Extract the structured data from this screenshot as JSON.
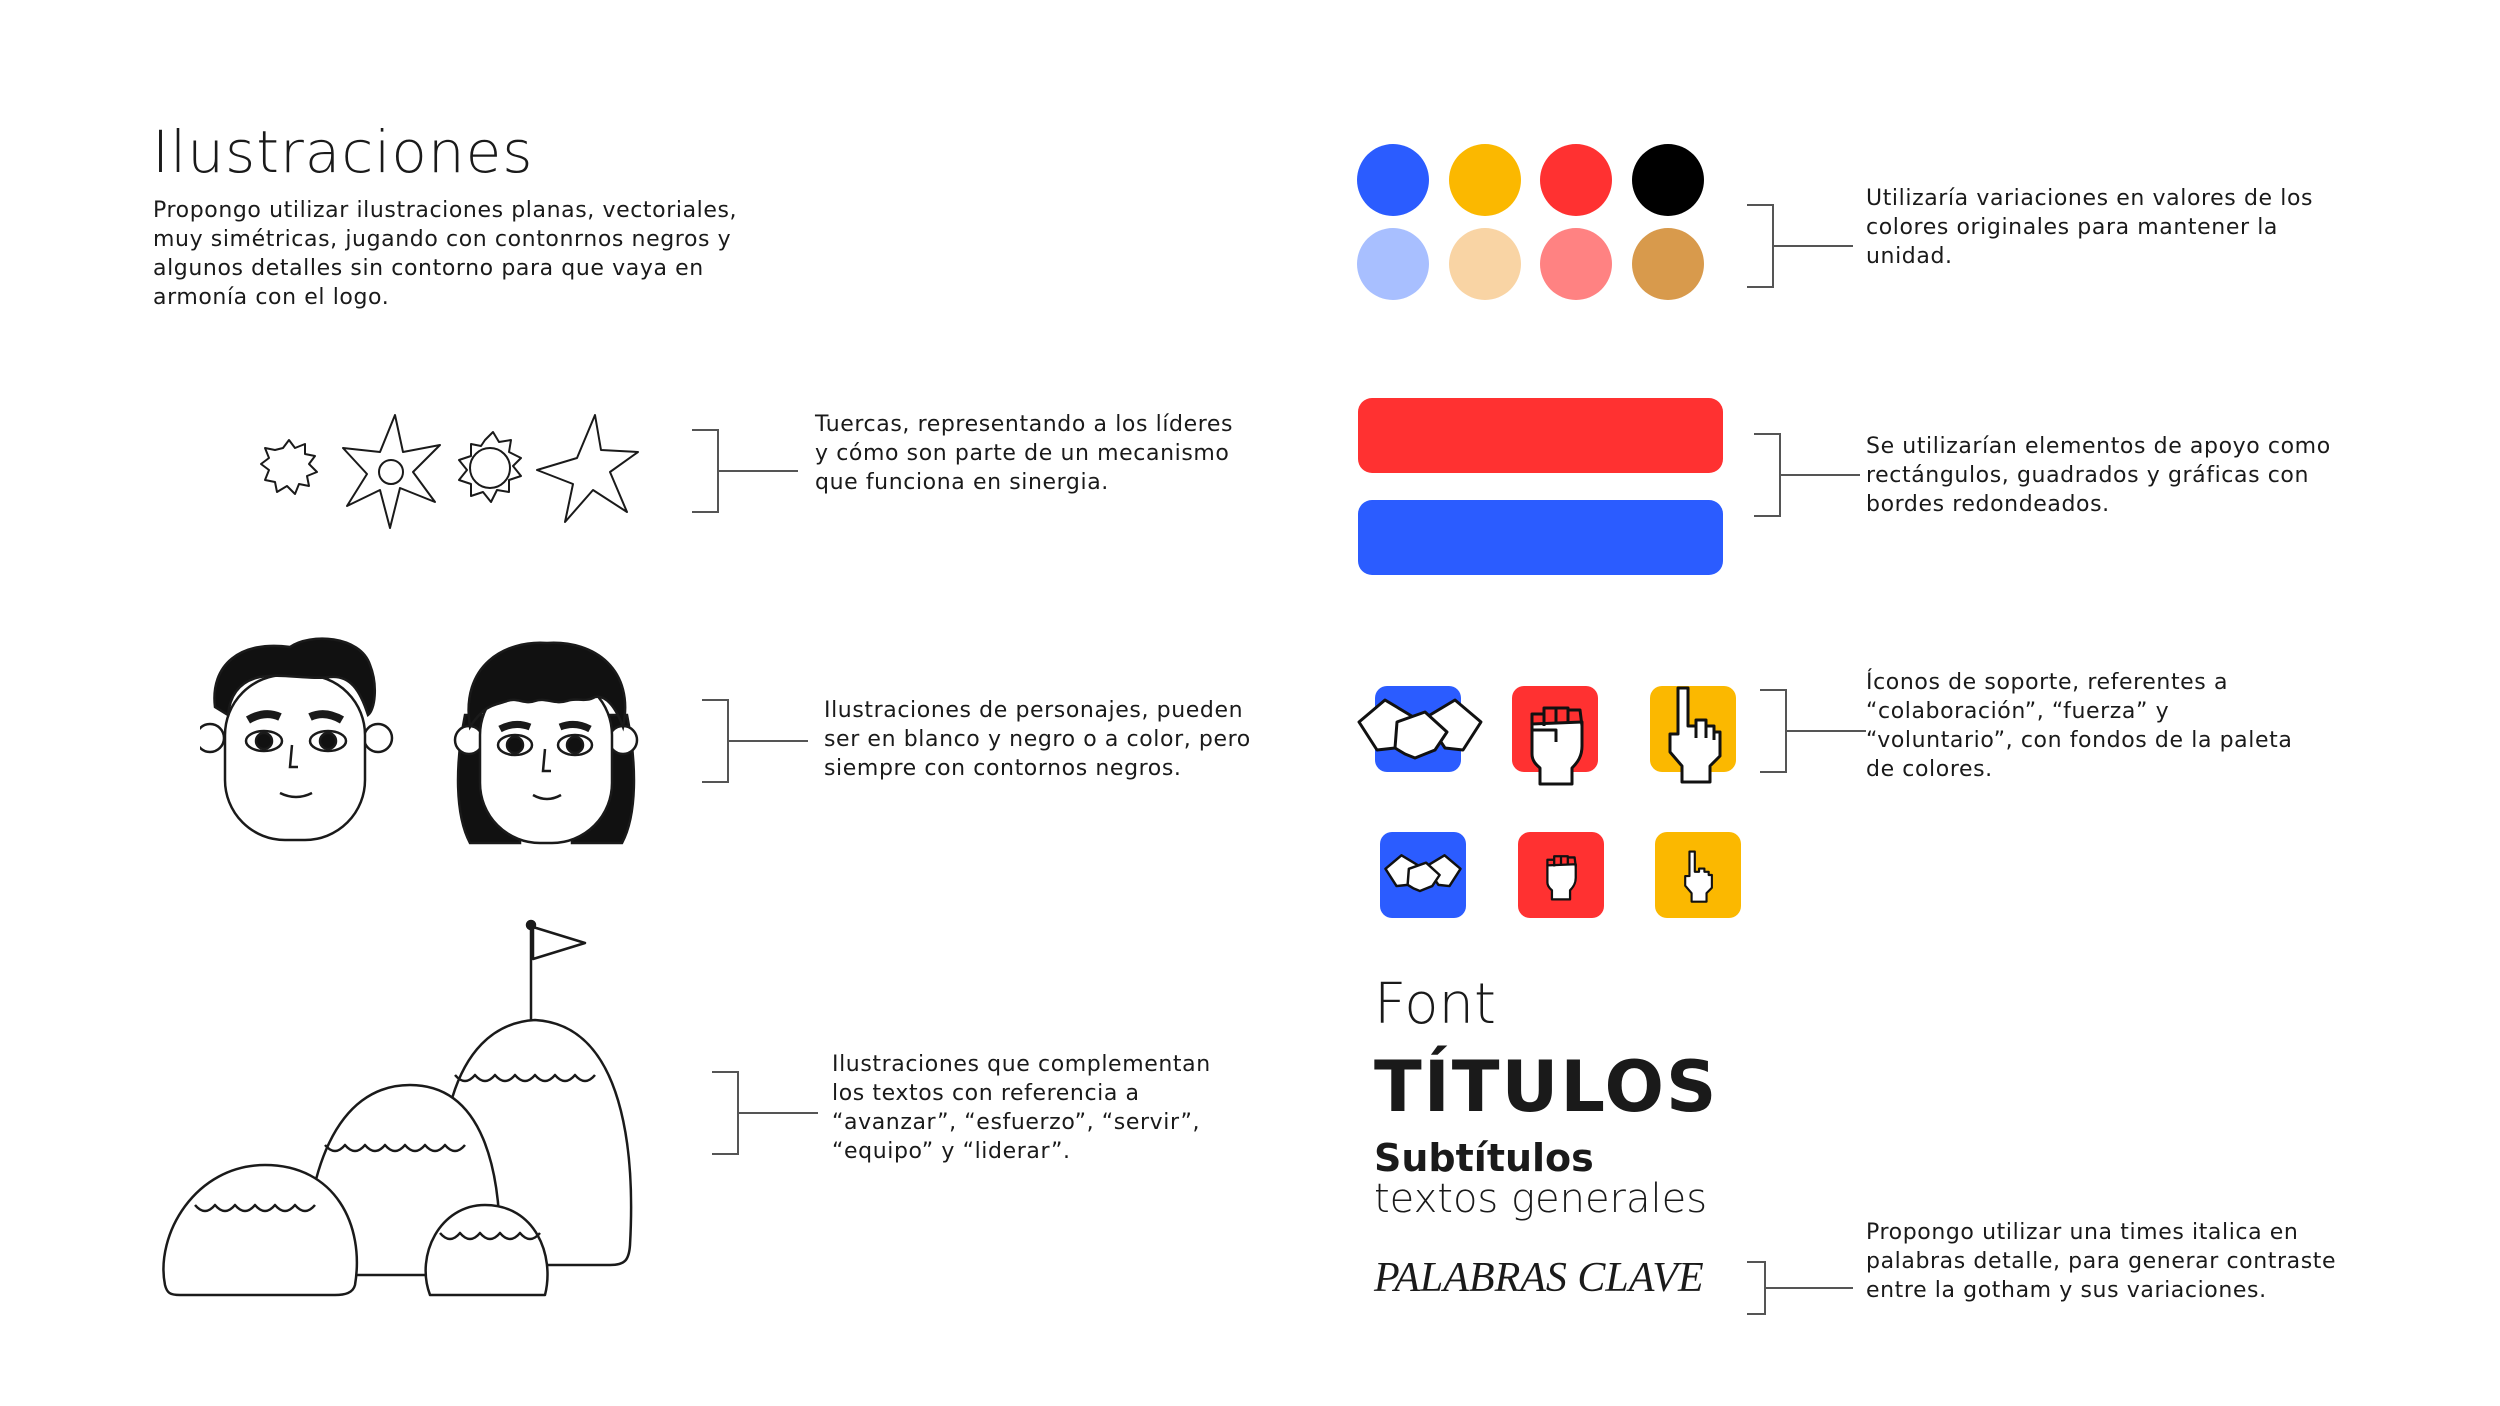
{
  "header": {
    "title": "Ilustraciones",
    "intro": [
      "Propongo utilizar ilustraciones planas, vectoriales,",
      "muy simétricas, jugando con contonrnos negros y",
      "algunos detalles sin contorno para que vaya en",
      "armonía con el logo."
    ]
  },
  "sections": {
    "gears": [
      "Tuercas, representando a los líderes",
      "y cómo son parte de un mecanismo",
      "que funciona en sinergia."
    ],
    "characters": [
      "Ilustraciones de personajes, pueden",
      "ser en blanco y negro o a color, pero",
      "siempre con contornos negros."
    ],
    "mountains": [
      "Ilustraciones que complementan",
      "los textos con referencia a",
      "“avanzar”, “esfuerzo”, “servir”,",
      "“equipo” y “liderar”."
    ],
    "colors": [
      "Utilizaría variaciones en valores de los",
      "colores originales para mantener la",
      "unidad."
    ],
    "shapes": [
      "Se utilizarían elementos de apoyo como",
      "rectángulos, guadrados y gráficas con",
      "bordes redondeados."
    ],
    "icons": [
      "Íconos de soporte, referentes a",
      "“colaboración”, “fuerza” y",
      "“voluntario”, con fondos de la paleta",
      "de colores."
    ],
    "fonts_note": [
      "Propongo utilizar una times italica en",
      "palabras detalle, para generar contraste",
      "entre la gotham y sus variaciones."
    ]
  },
  "fonts": {
    "heading": "Font",
    "titles": "TÍTULOS",
    "subtitles": "Subtítulos",
    "general": "textos generales",
    "keywords": "PALABRAS CLAVE"
  },
  "palette": {
    "row1": [
      "#2b5cff",
      "#fbb800",
      "#ff3131",
      "#000000"
    ],
    "row2": [
      "#a8bfff",
      "#f9d4a4",
      "#ff8282",
      "#d89a4c"
    ],
    "bars": [
      "#ff3131",
      "#2b5cff"
    ]
  },
  "icons": [
    {
      "name": "handshake-icon",
      "color": "#2b5cff"
    },
    {
      "name": "fist-icon",
      "color": "#ff3131"
    },
    {
      "name": "raised-hand-icon",
      "color": "#fbb800"
    }
  ]
}
